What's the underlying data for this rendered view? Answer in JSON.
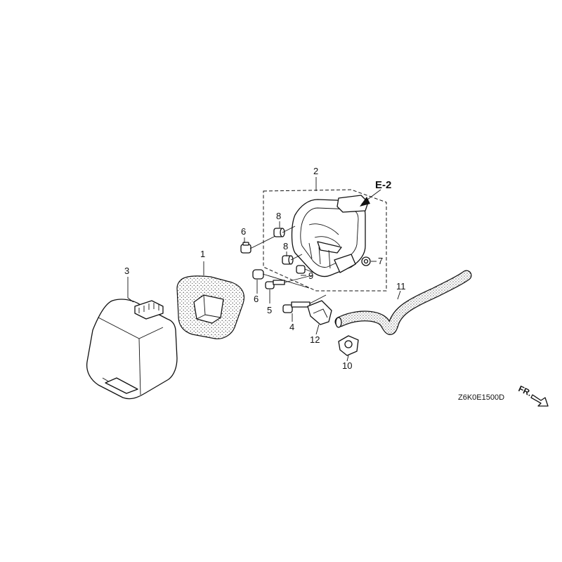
{
  "diagram": {
    "callouts": [
      {
        "id": "c1",
        "label": "1"
      },
      {
        "id": "c2",
        "label": "2"
      },
      {
        "id": "c3",
        "label": "3"
      },
      {
        "id": "c4",
        "label": "4"
      },
      {
        "id": "c5",
        "label": "5"
      },
      {
        "id": "c6a",
        "label": "6"
      },
      {
        "id": "c6b",
        "label": "6"
      },
      {
        "id": "c7",
        "label": "7"
      },
      {
        "id": "c8a",
        "label": "8"
      },
      {
        "id": "c8b",
        "label": "8"
      },
      {
        "id": "c9",
        "label": "9"
      },
      {
        "id": "c10",
        "label": "10"
      },
      {
        "id": "c11",
        "label": "11"
      },
      {
        "id": "c12",
        "label": "12"
      }
    ],
    "reference": "E-2",
    "diagram_code": "Z6K0E1500D",
    "direction_label": "FR."
  }
}
